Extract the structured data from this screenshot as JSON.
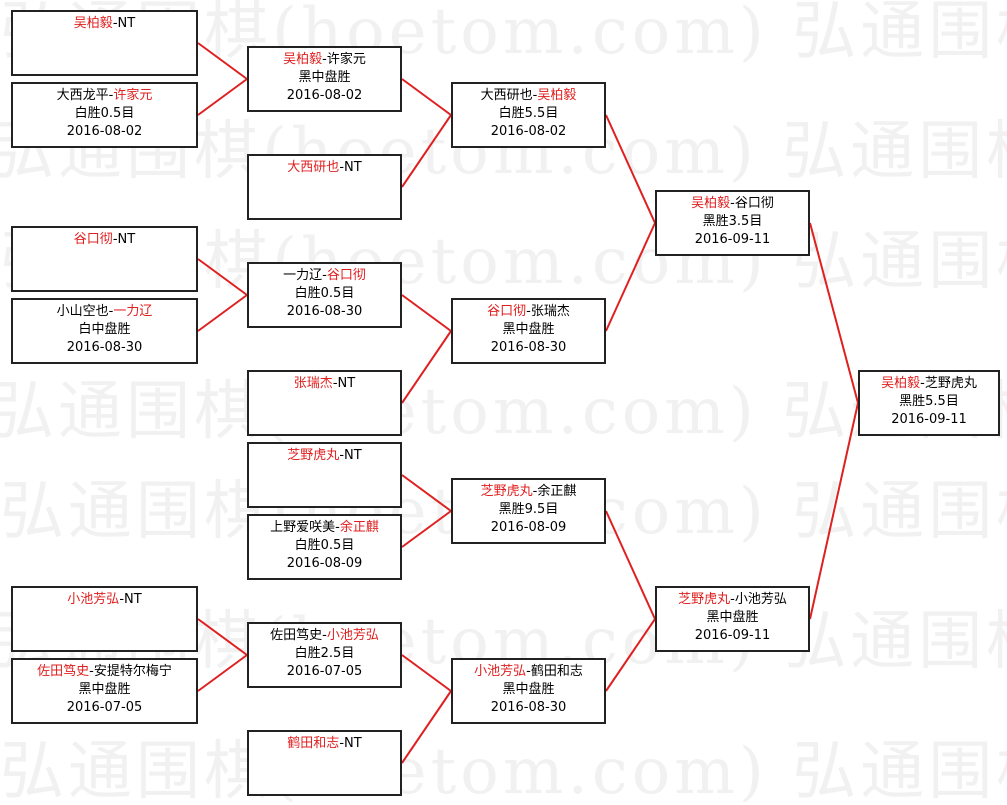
{
  "watermark": "弘通围棋(hoetom.com) 弘通围棋(hoetom.com) 弘通围棋(hoetom.com)",
  "line_color": "#e02020",
  "matches": [
    {
      "id": "m1",
      "a": "吴柏毅",
      "b": "NT",
      "winner": "a",
      "result": "",
      "date": ""
    },
    {
      "id": "m2",
      "a": "大西龙平",
      "b": "许家元",
      "winner": "b",
      "result": "白胜0.5目",
      "date": "2016-08-02"
    },
    {
      "id": "m3",
      "a": "谷口彻",
      "b": "NT",
      "winner": "a",
      "result": "",
      "date": ""
    },
    {
      "id": "m4",
      "a": "小山空也",
      "b": "一力辽",
      "winner": "b",
      "result": "白中盘胜",
      "date": "2016-08-30"
    },
    {
      "id": "m5",
      "a": "小池芳弘",
      "b": "NT",
      "winner": "a",
      "result": "",
      "date": ""
    },
    {
      "id": "m6",
      "a": "佐田笃史",
      "b": "安提特尔梅宁",
      "winner": "a",
      "result": "黑中盘胜",
      "date": "2016-07-05"
    },
    {
      "id": "m7",
      "a": "吴柏毅",
      "b": "许家元",
      "winner": "a",
      "result": "黑中盘胜",
      "date": "2016-08-02"
    },
    {
      "id": "m8",
      "a": "大西研也",
      "b": "NT",
      "winner": "a",
      "result": "",
      "date": ""
    },
    {
      "id": "m9",
      "a": "一力辽",
      "b": "谷口彻",
      "winner": "b",
      "result": "白胜0.5目",
      "date": "2016-08-30"
    },
    {
      "id": "m10",
      "a": "张瑞杰",
      "b": "NT",
      "winner": "a",
      "result": "",
      "date": ""
    },
    {
      "id": "m11",
      "a": "芝野虎丸",
      "b": "NT",
      "winner": "a",
      "result": "",
      "date": ""
    },
    {
      "id": "m12",
      "a": "上野爱咲美",
      "b": "余正麒",
      "winner": "b",
      "result": "白胜0.5目",
      "date": "2016-08-09"
    },
    {
      "id": "m13",
      "a": "佐田笃史",
      "b": "小池芳弘",
      "winner": "b",
      "result": "白胜2.5目",
      "date": "2016-07-05"
    },
    {
      "id": "m14",
      "a": "鹤田和志",
      "b": "NT",
      "winner": "a",
      "result": "",
      "date": ""
    },
    {
      "id": "m15",
      "a": "大西研也",
      "b": "吴柏毅",
      "winner": "b",
      "result": "白胜5.5目",
      "date": "2016-08-02"
    },
    {
      "id": "m16",
      "a": "谷口彻",
      "b": "张瑞杰",
      "winner": "a",
      "result": "黑中盘胜",
      "date": "2016-08-30"
    },
    {
      "id": "m17",
      "a": "芝野虎丸",
      "b": "余正麒",
      "winner": "a",
      "result": "黑胜9.5目",
      "date": "2016-08-09"
    },
    {
      "id": "m18",
      "a": "小池芳弘",
      "b": "鹤田和志",
      "winner": "a",
      "result": "黑中盘胜",
      "date": "2016-08-30"
    },
    {
      "id": "m19",
      "a": "吴柏毅",
      "b": "谷口彻",
      "winner": "a",
      "result": "黑胜3.5目",
      "date": "2016-09-11"
    },
    {
      "id": "m20",
      "a": "芝野虎丸",
      "b": "小池芳弘",
      "winner": "a",
      "result": "黑中盘胜",
      "date": "2016-09-11"
    },
    {
      "id": "m21",
      "a": "吴柏毅",
      "b": "芝野虎丸",
      "winner": "a",
      "result": "黑胜5.5目",
      "date": "2016-09-11"
    }
  ]
}
